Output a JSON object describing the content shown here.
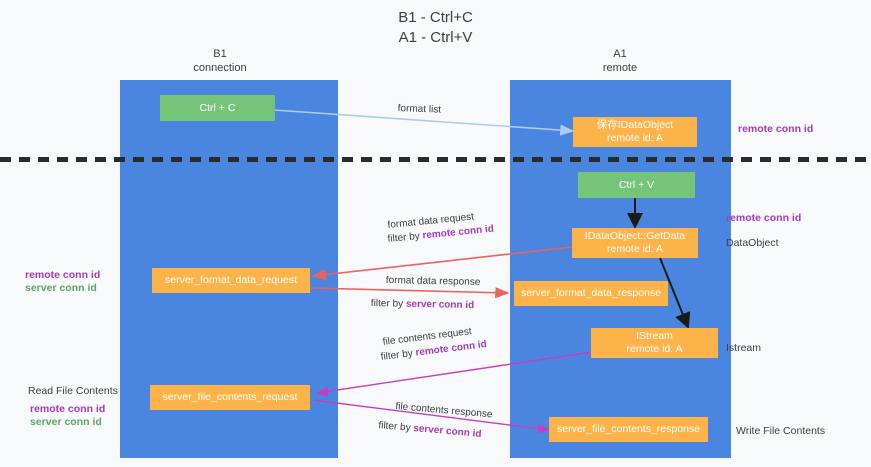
{
  "title": {
    "line1": "B1 - Ctrl+C",
    "line2": "A1 - Ctrl+V"
  },
  "columns": [
    {
      "name": "B1",
      "role": "connection"
    },
    {
      "name": "A1",
      "role": "remote"
    }
  ],
  "nodes": {
    "ctrl_c": {
      "label": "Ctrl + C",
      "color": "#76c479"
    },
    "ctrl_v": {
      "label": "Ctrl + V",
      "color": "#76c479"
    },
    "idataobject": {
      "line1": "保存IDataObject",
      "line2": "remote id: A",
      "color": "#fbb34a"
    },
    "getdata": {
      "line1": "IDataObject::GetData",
      "line2": "remote id: A",
      "color": "#fbb34a"
    },
    "istream": {
      "line1": "IStream",
      "line2": "remote id: A",
      "color": "#fbb34a"
    },
    "format_data_request": {
      "label": "server_format_data_request",
      "color": "#fbb34a"
    },
    "format_data_response": {
      "label": "server_format_data_response",
      "color": "#fbb34a"
    },
    "file_contents_request": {
      "label": "server_file_contents_request",
      "color": "#fbb34a"
    },
    "file_contents_response": {
      "label": "server_file_contents_response",
      "color": "#fbb34a"
    }
  },
  "edges": {
    "format_list": "format list",
    "format_data_request_l1": "format data request",
    "format_data_request_l2a": "filter by ",
    "format_data_request_l2b": "remote conn id",
    "format_data_response_l1": "format data response",
    "format_data_response_l2a": "filter by ",
    "format_data_response_l2b": "server conn id",
    "file_contents_request_l1": "file contents request",
    "file_contents_request_l2a": "filter by ",
    "file_contents_request_l2b": "remote conn id",
    "file_contents_response_l1": "file contents response",
    "file_contents_response_l2a": "filter by ",
    "file_contents_response_l2b": "server conn id"
  },
  "side_labels": {
    "right_remote_conn_id_top": "remote conn id",
    "right_remote_conn_id_mid": "remote conn id",
    "right_dataobject": "DataObject",
    "right_istream": "Istream",
    "right_write_file_contents": "Write File Contents",
    "left_remote_conn_id_mid": "remote conn id",
    "left_server_conn_id_mid": "server conn id",
    "left_read_file_contents": "Read File Contents",
    "left_remote_conn_id_bottom": "remote conn id",
    "left_server_conn_id_bottom": "server conn id"
  },
  "colors": {
    "panel": "#4a86e0",
    "green_node": "#76c479",
    "orange_node": "#fbb34a",
    "purple_text": "#a33bb5",
    "green_text": "#5aa862",
    "red_arrow": "#e8645f",
    "pink_arrow": "#c23fc2",
    "blue_arrow": "#a8cdf0",
    "black_arrow": "#1a1a1a",
    "background": "#f8f9fa",
    "divider": "#2b2b2b"
  }
}
